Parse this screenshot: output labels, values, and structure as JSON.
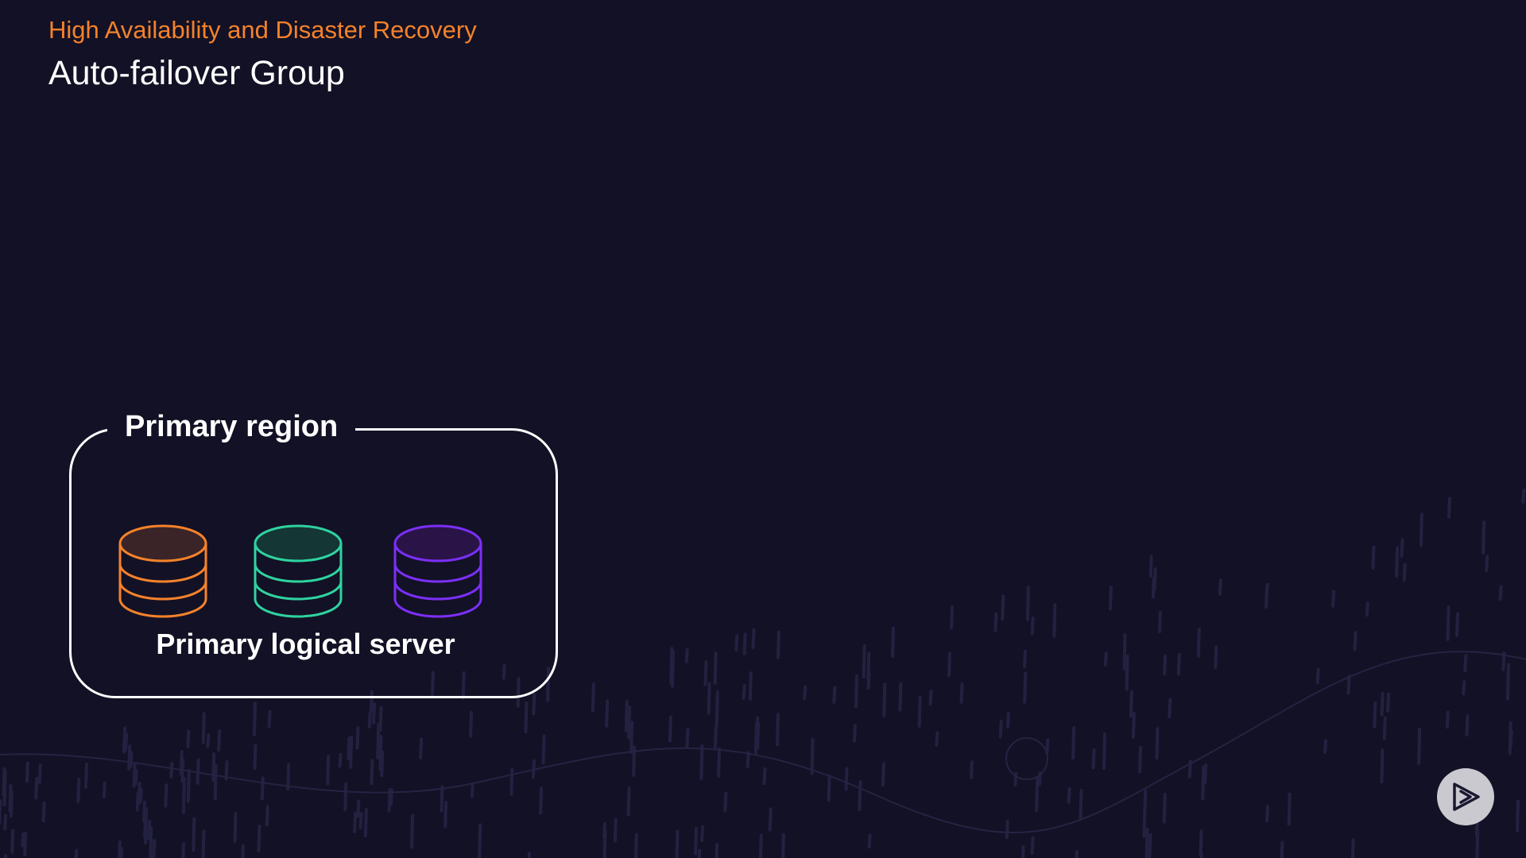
{
  "header": {
    "subtitle": "High Availability and Disaster Recovery",
    "title": "Auto-failover Group"
  },
  "diagram": {
    "region_label": "Primary region",
    "server_label": "Primary logical server",
    "databases": [
      {
        "name": "database-icon",
        "stroke": "#f4822b",
        "fill": "#3a2427"
      },
      {
        "name": "database-icon",
        "stroke": "#2ed3a0",
        "fill": "#143634"
      },
      {
        "name": "database-icon",
        "stroke": "#7b2ff7",
        "fill": "#2a1447"
      }
    ]
  },
  "controls": {
    "play_icon": "play-icon",
    "play_color": "#c9c9cf"
  },
  "colors": {
    "background": "#131125",
    "accent": "#f4822b"
  }
}
